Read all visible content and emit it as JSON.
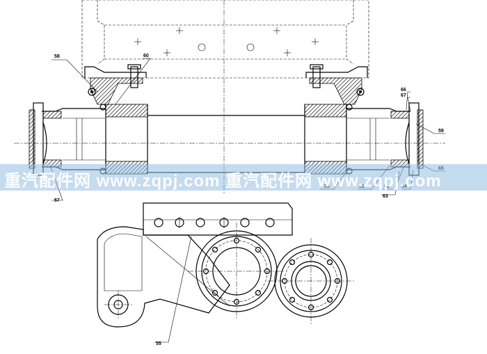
{
  "labels": {
    "l58": "58",
    "l60": "60",
    "l66": "66",
    "l67": "67",
    "l59": "59",
    "l65": "65",
    "l56": "56",
    "l61": "61",
    "l62": "62",
    "l64": "64",
    "l63": "63",
    "l57": "57",
    "l55": "55"
  },
  "watermark": "重汽配件网 www.zqpj.com 重汽配件网 www.zqpj.com"
}
